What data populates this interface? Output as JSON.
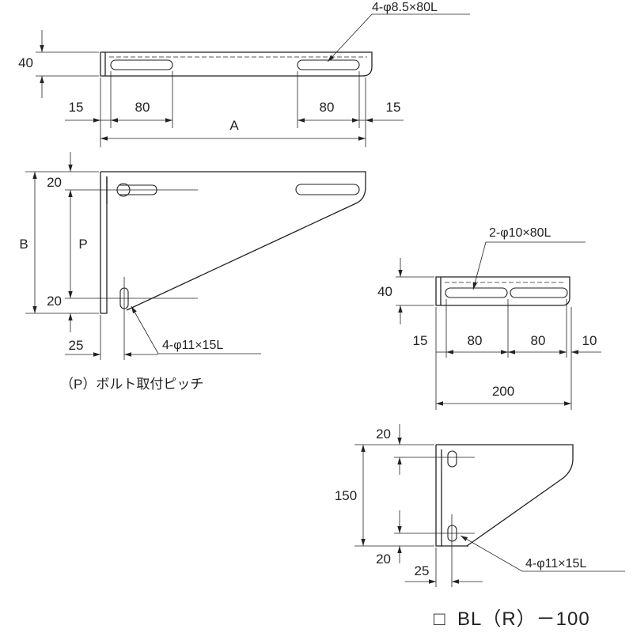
{
  "dimensions": {
    "big_plan": {
      "height": "40",
      "hole_note": "4-φ8.5×80L",
      "left_edge": "15",
      "left_slot": "80",
      "right_slot": "80",
      "right_edge": "15",
      "overall": "A"
    },
    "big_side": {
      "top_offset": "20",
      "overall_height": "B",
      "pitch": "P",
      "bottom_offset": "20",
      "hole_offset": "25",
      "hole_note": "4-φ11×15L"
    },
    "small_plan": {
      "hole_note": "2-φ10×80L",
      "height": "40",
      "left_edge": "15",
      "left_slot": "80",
      "right_slot": "80",
      "right_edge": "10",
      "overall": "200"
    },
    "small_side": {
      "top_offset": "20",
      "overall_height": "150",
      "bottom_offset": "20",
      "hole_offset": "25",
      "hole_note": "4-φ11×15L"
    }
  },
  "caption": "（P）ボルト取付ピッチ",
  "model": {
    "square_glyph": "□",
    "code": "BL（R）－100"
  }
}
